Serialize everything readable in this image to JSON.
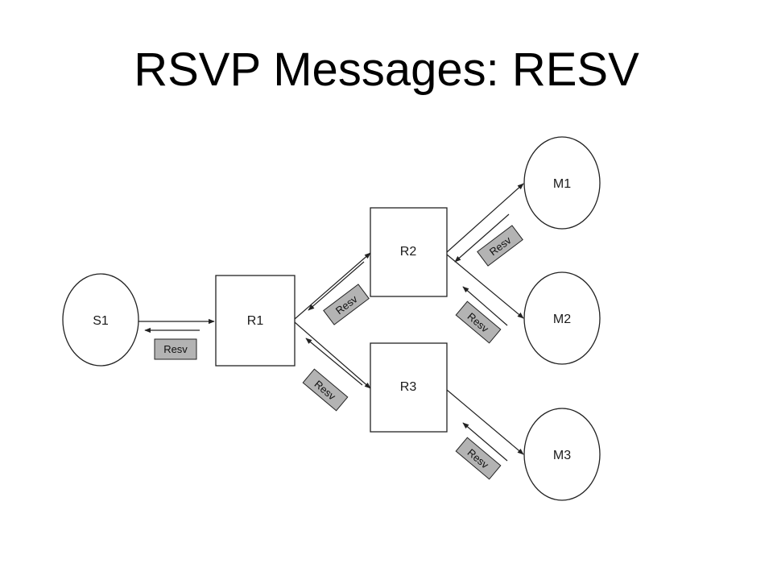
{
  "title": "RSVP Messages: RESV",
  "colors": {
    "background": "#ffffff",
    "line": "#222222",
    "resv_tag_fill": "#b3b3b3"
  },
  "nodes": {
    "S1": "S1",
    "R1": "R1",
    "R2": "R2",
    "R3": "R3",
    "M1": "M1",
    "M2": "M2",
    "M3": "M3"
  },
  "message_label": "Resv"
}
